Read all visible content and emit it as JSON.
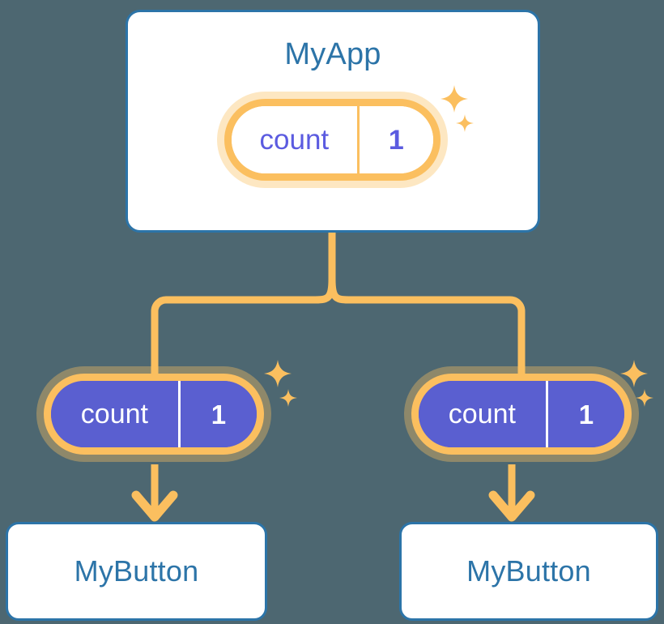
{
  "diagram": {
    "title": "React component tree with shared count state",
    "background_color": "#4d6771",
    "accent_colors": {
      "component_border": "#2c74a8",
      "component_label": "#2c74a8",
      "state_border": "#fbbf5f",
      "state_glow": "#fcdcae",
      "state_fill_active": "#5a5fd0",
      "state_text_root": "#5b5be0",
      "state_text_leaf": "#ffffff",
      "connector": "#fbbf5f"
    }
  },
  "root": {
    "name": "MyApp",
    "state": {
      "key": "count",
      "value": "1"
    },
    "sparkle_names": [
      "sparkle-large-icon",
      "sparkle-small-icon"
    ]
  },
  "branches": [
    {
      "id": "left",
      "state": {
        "key": "count",
        "value": "1"
      },
      "component": {
        "name": "MyButton"
      },
      "sparkle_names": [
        "sparkle-large-icon",
        "sparkle-small-icon"
      ]
    },
    {
      "id": "right",
      "state": {
        "key": "count",
        "value": "1"
      },
      "component": {
        "name": "MyButton"
      },
      "sparkle_names": [
        "sparkle-large-icon",
        "sparkle-small-icon"
      ]
    }
  ],
  "connectors": {
    "root_to_split": "vertical stem from root card down to fork",
    "split_to_branches": "fork splitting left and right to each state pill",
    "state_to_component": "downward arrow from state pill into component card"
  }
}
